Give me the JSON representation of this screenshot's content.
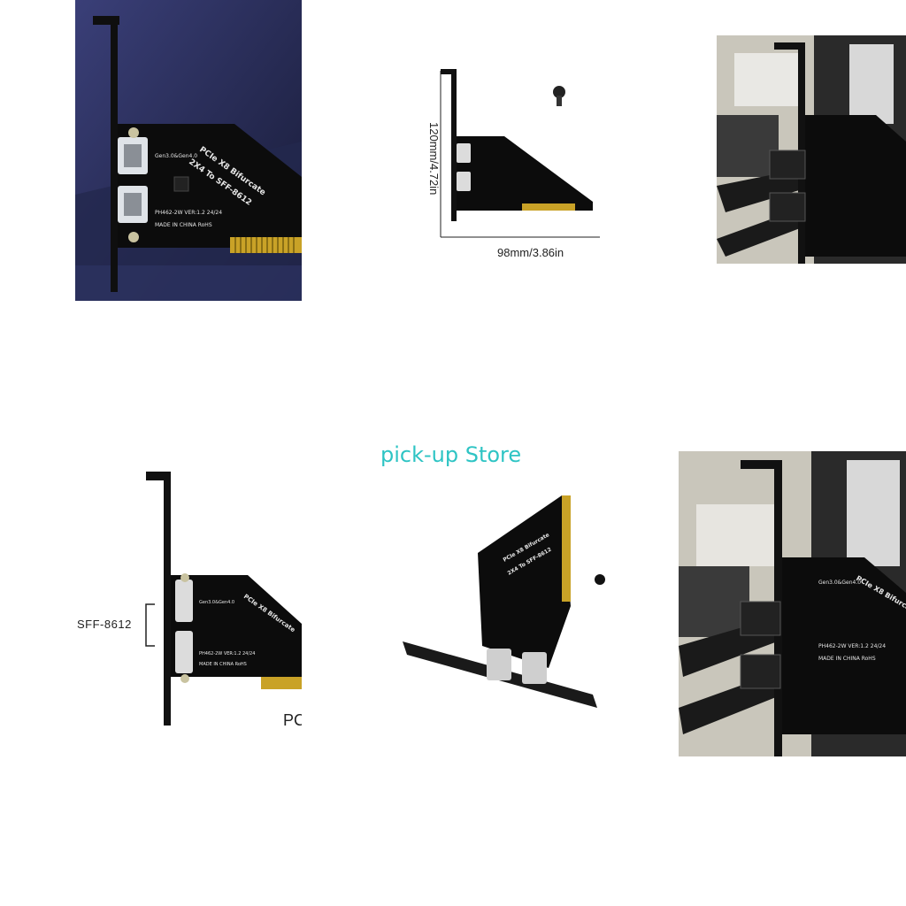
{
  "store_name": "pick-up Store",
  "board": {
    "title_line1": "PCIe X8 Bifurcate",
    "title_line2": "2X4 To SFF-8612",
    "gen": "Gen3.0&Gen4.0",
    "version": "PH462-2W  VER:1.2  24/24",
    "made_in": "MADE IN CHINA  RoHS"
  },
  "dimensions": {
    "height_label": "120mm/4.72in",
    "width_label": "98mm/3.86in"
  },
  "connector_label": "SFF-8612",
  "partial_text": "PC",
  "colors": {
    "store_text": "#2ec4c4",
    "pcb": "#0c0c0c",
    "gold_finger": "#c9a227",
    "bracket": "#1a1a1a"
  }
}
